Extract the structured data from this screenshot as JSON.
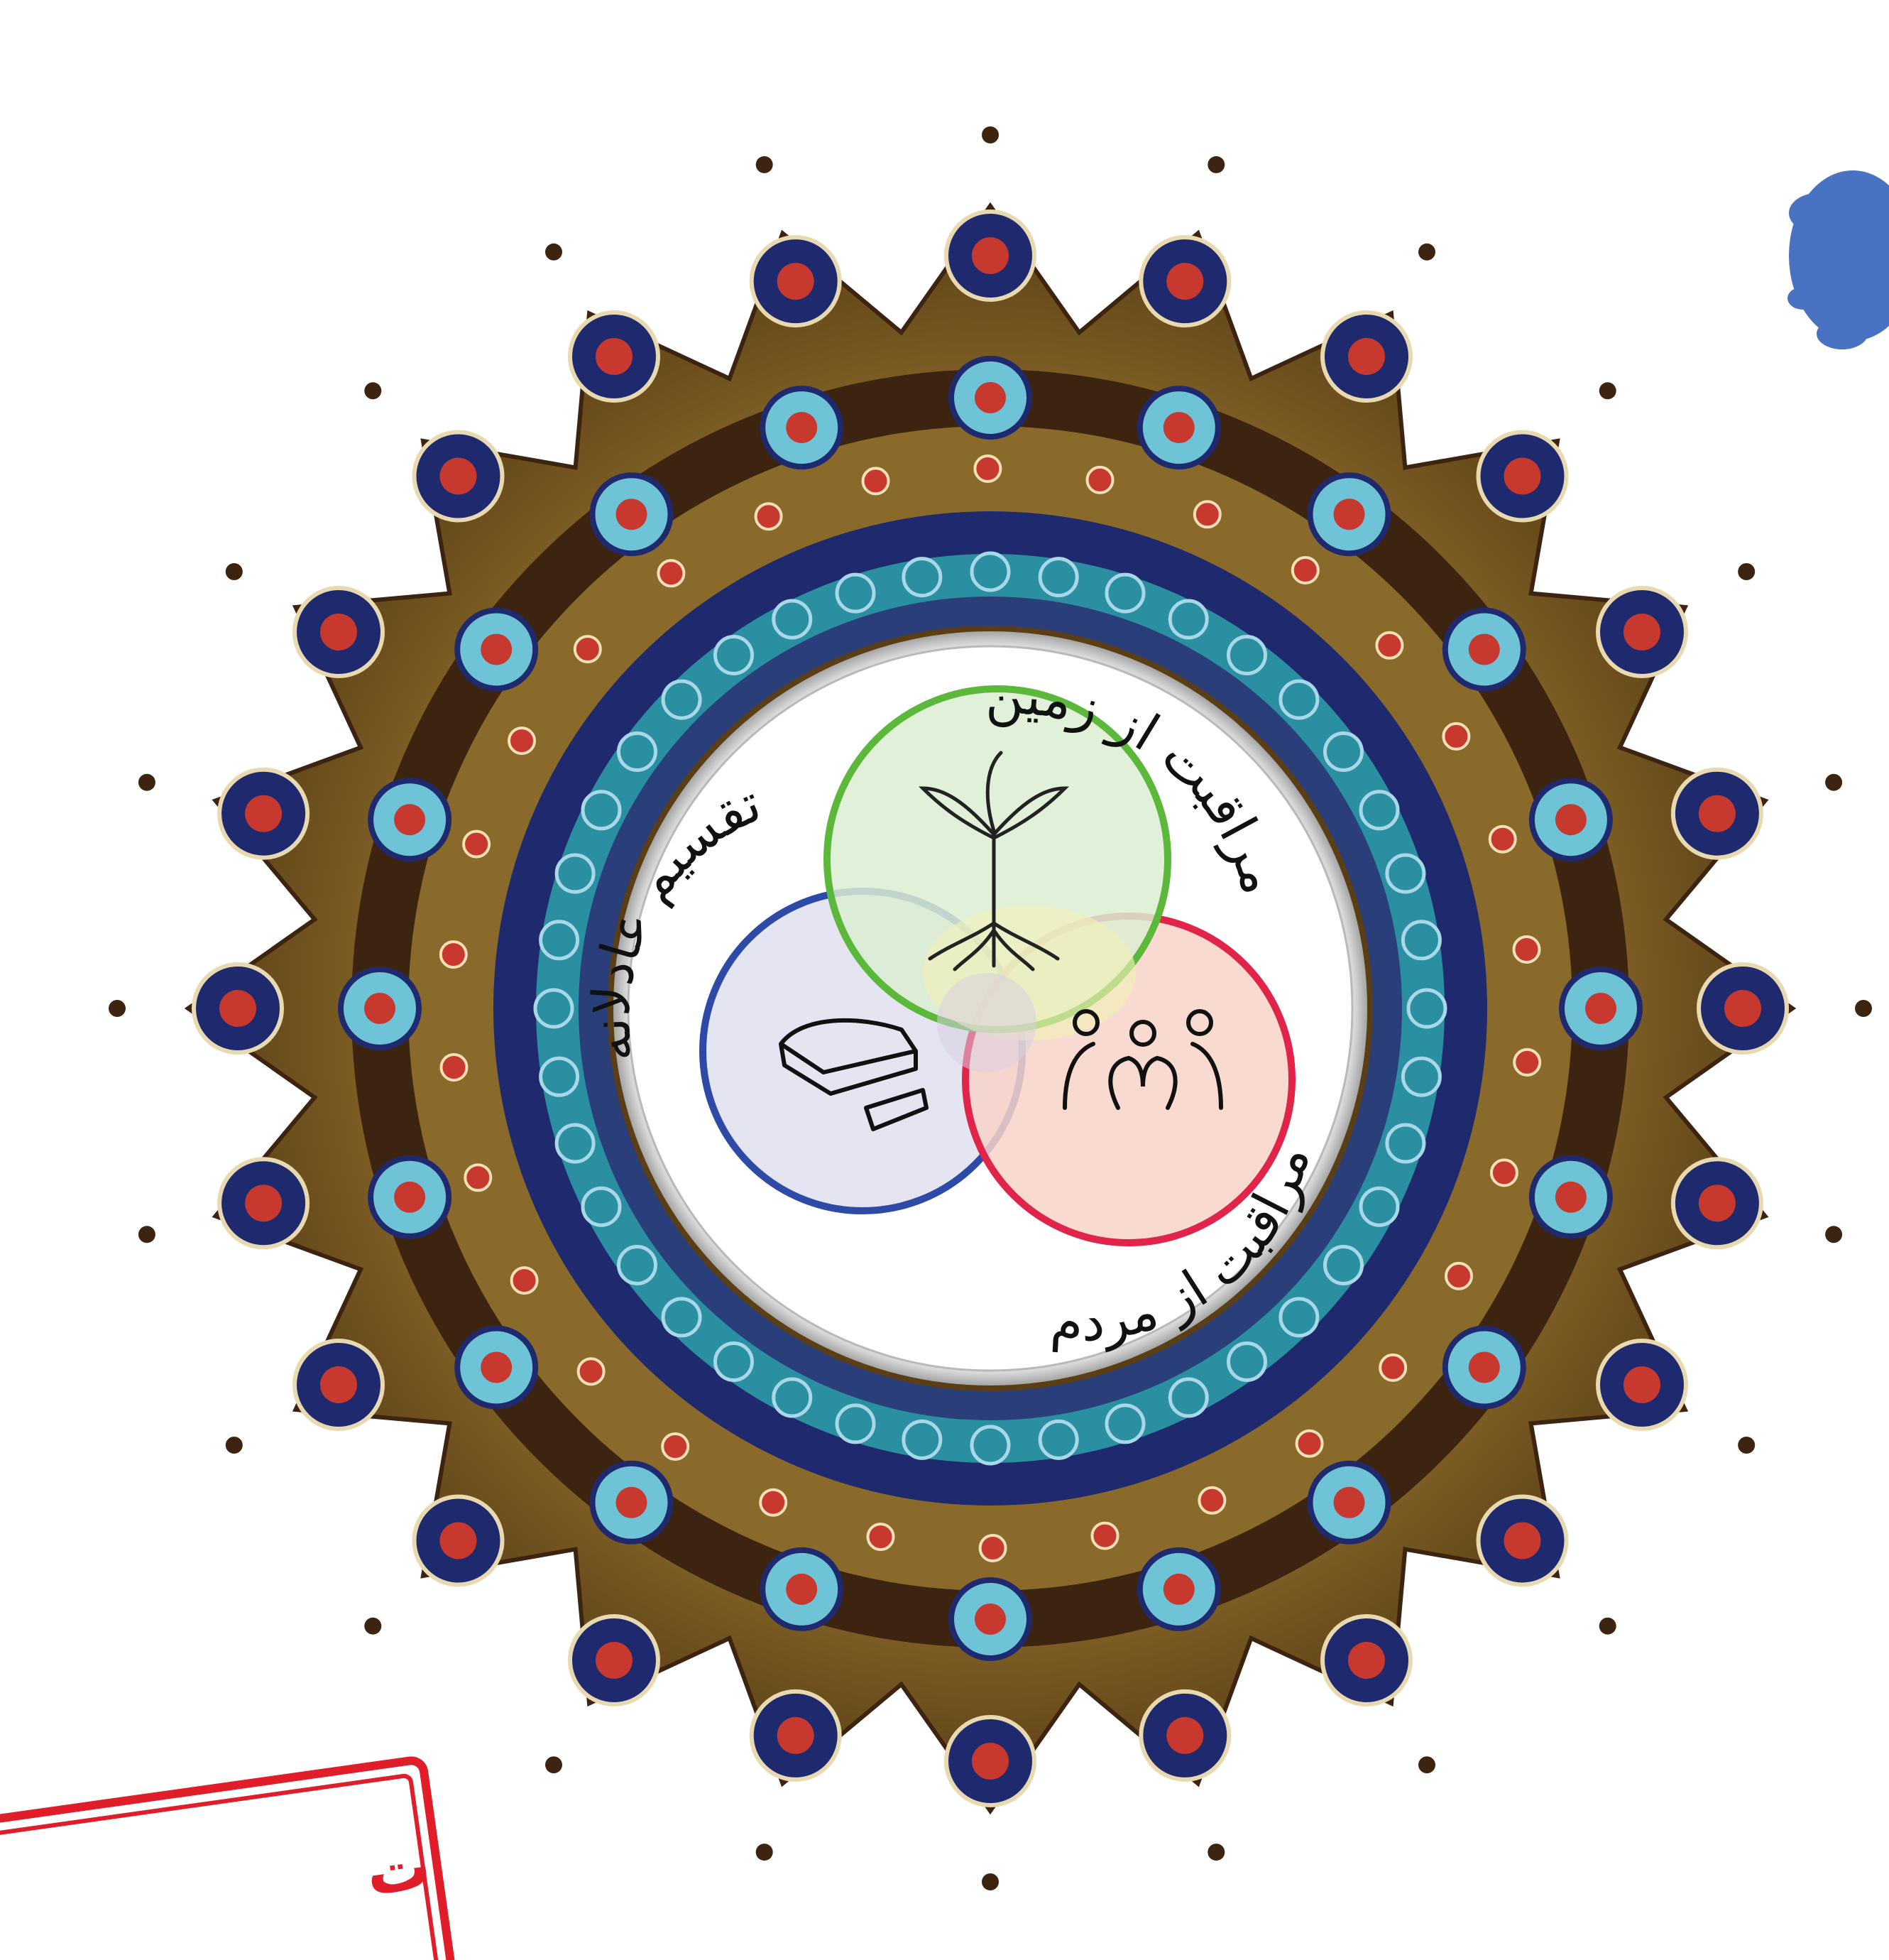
{
  "diagram": {
    "type": "venn",
    "sets": [
      {
        "id": "land",
        "label": "مراقبت از زمین",
        "icon": "tree-roots-icon",
        "stroke": "#5cb83a",
        "fill": "#dcedd2"
      },
      {
        "id": "people",
        "label": "مراقبت از مردم",
        "icon": "people-icon",
        "stroke": "#e0244a",
        "fill": "#f8d4c8"
      },
      {
        "id": "share",
        "label": "تقسیم عادلانه",
        "icon": "shared-slice-icon",
        "stroke": "#2d4aa6",
        "fill": "#dfe0ef"
      }
    ],
    "overlap_fill": "#f1f0b8"
  },
  "frame": {
    "style": "persian-rosette",
    "colors": {
      "gold": "#8a6a2a",
      "dark_brown": "#3d2410",
      "navy": "#1f2a6e",
      "teal": "#2a8fa0",
      "red": "#c7392f",
      "light_blue": "#6fc3d6"
    }
  },
  "decor": {
    "stamp_color": "#e01e2a",
    "splash_color": "#4a72c2",
    "stamp_glyph": "ت"
  }
}
